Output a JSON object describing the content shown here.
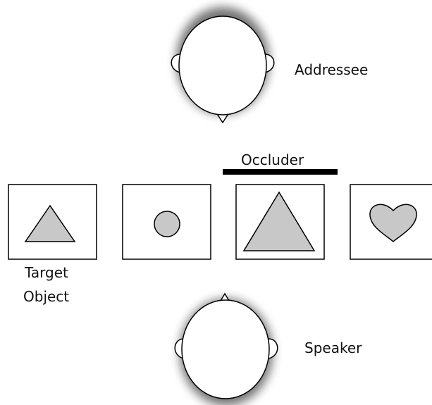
{
  "labels": {
    "addressee": "Addressee",
    "speaker": "Speaker",
    "occluder": "Occluder",
    "target_line1": "Target",
    "target_line2": "Object"
  },
  "objects": [
    {
      "shape": "small-triangle"
    },
    {
      "shape": "circle"
    },
    {
      "shape": "large-triangle"
    },
    {
      "shape": "heart"
    }
  ],
  "colors": {
    "shape_fill": "#c8c8c8",
    "outline": "#000000",
    "occluder_bar": "#000000"
  }
}
